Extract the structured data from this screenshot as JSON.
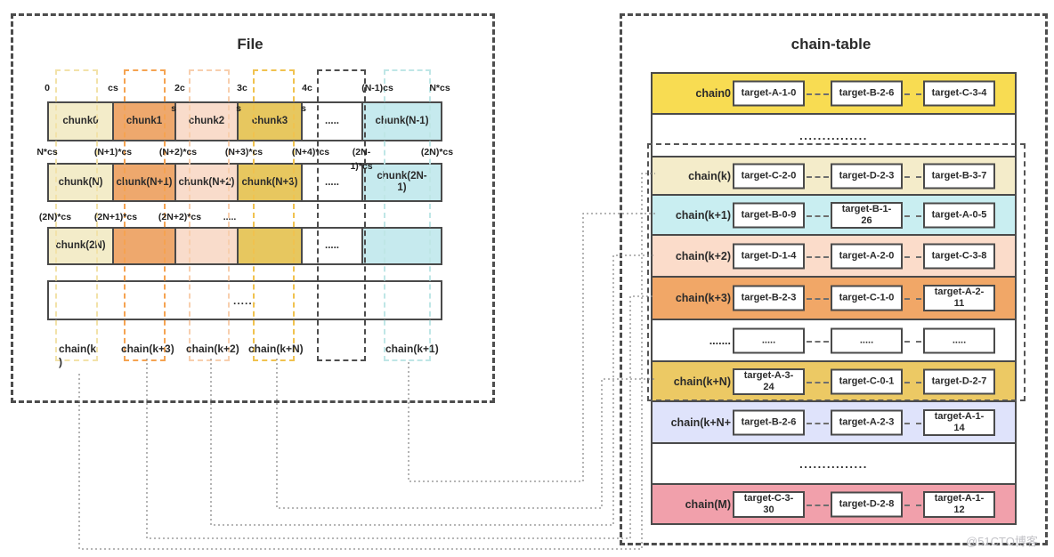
{
  "colors": {
    "border_dark": "#4a4a4a",
    "chunk_cream": "#f3ecc9",
    "chunk_orange": "#eea86d",
    "chunk_pink": "#f9dccb",
    "chunk_gold": "#e7c75f",
    "chunk_cyan": "#c6eaee",
    "row_chain0_yellow": "#f8dc52",
    "row_lavender": "#dfe3fb",
    "row_rose": "#f1a0ab",
    "connector_gray": "#8b8b8b"
  },
  "file": {
    "title": "File",
    "ticks_top": [
      "0",
      "cs",
      "2c",
      "3c",
      "4c",
      "(N-1)cs",
      "N*cs"
    ],
    "s_marker": "s",
    "ticks_mid": [
      "N*cs",
      "(N+1)*cs",
      "(N+2)*cs",
      "(N+3)*cs",
      "(N+4)*cs",
      "(2N-\n1)*cs",
      "(2N)*cs"
    ],
    "ticks_row3": [
      "(2N)*cs",
      "(2N+1)*cs",
      "(2N+2)*cs",
      "....."
    ],
    "row1": [
      "chunk0",
      "chunk1",
      "chunk2",
      "chunk3",
      ".....",
      "chunk(N-1)"
    ],
    "row2": [
      "chunk(N)",
      "chunk(N+1)",
      "chunk(N+2)",
      "chunk(N+3)",
      ".....",
      "chunk(2N-\n1)"
    ],
    "row3": [
      "chunk(2N)",
      "",
      "",
      "",
      ".....",
      ""
    ],
    "row4": "......",
    "chain_labels": [
      "chain(k\n)",
      "chain(k+3)",
      "chain(k+2)",
      "chain(k+N)",
      "chain(k+1)"
    ]
  },
  "chain_table": {
    "title": "chain-table",
    "rows": [
      {
        "label": "chain0",
        "targets": [
          "target-A-1-0",
          "target-B-2-6",
          "target-C-3-4"
        ]
      },
      {
        "dots": "..............."
      },
      {
        "label": "chain(k)",
        "targets": [
          "target-C-2-0",
          "target-D-2-3",
          "target-B-3-7"
        ]
      },
      {
        "label": "chain(k+1)",
        "targets": [
          "target-B-0-9",
          "target-B-1-\n26",
          "target-A-0-5"
        ]
      },
      {
        "label": "chain(k+2)",
        "targets": [
          "target-D-1-4",
          "target-A-2-0",
          "target-C-3-8"
        ]
      },
      {
        "label": "chain(k+3)",
        "targets": [
          "target-B-2-3",
          "target-C-1-0",
          "target-A-2-\n11"
        ]
      },
      {
        "label": ".......",
        "targets": [
          ".....",
          ".....",
          "....."
        ]
      },
      {
        "label": "chain(k+N)",
        "targets": [
          "target-A-3-\n24",
          "target-C-0-1",
          "target-D-2-7"
        ]
      },
      {
        "label": "chain(k+N+",
        "targets": [
          "target-B-2-6",
          "target-A-2-3",
          "target-A-1-\n14"
        ]
      },
      {
        "dots": "..............."
      },
      {
        "label": "chain(M)",
        "targets": [
          "target-C-3-\n30",
          "target-D-2-8",
          "target-A-1-\n12"
        ]
      }
    ]
  },
  "watermark": "@51CTO博客"
}
